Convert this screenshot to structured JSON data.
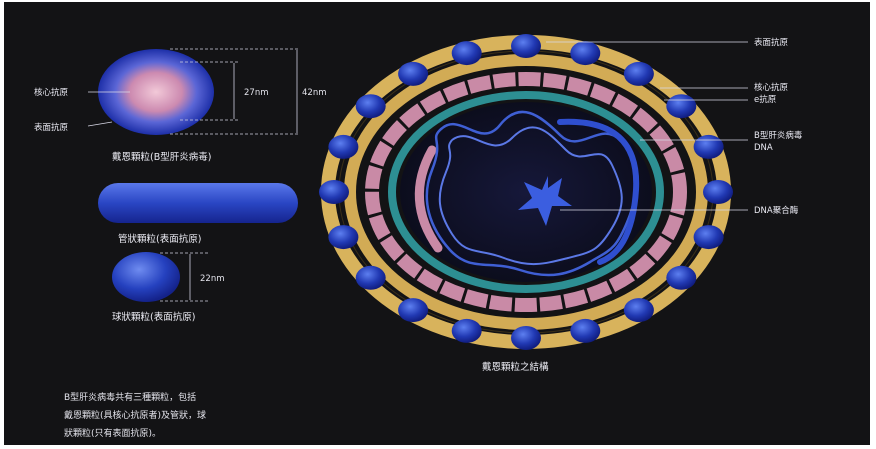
{
  "colors": {
    "background": "#131315",
    "envelope_gold": "#d8b35c",
    "surface_antigen_blue": "#2440b8",
    "core_pink": "#c98aa6",
    "core_teal": "#2d8f93",
    "dna_blue": "#3f5fd4",
    "label_text": "#e9e9f2"
  },
  "dane_particle_small": {
    "core_antigen_label": "核心抗原",
    "surface_antigen_label": "表面抗原",
    "inner_diameter": "27nm",
    "outer_diameter": "42nm",
    "caption": "戴恩顆粒(B型肝炎病毒)"
  },
  "tubular_particle": {
    "caption": "管狀顆粒(表面抗原)"
  },
  "spherical_particle": {
    "diameter": "22nm",
    "caption": "球狀顆粒(表面抗原)"
  },
  "dane_structure": {
    "caption": "戴恩顆粒之結構",
    "labels": {
      "surface_antigen": "表面抗原",
      "core_antigen": "核心抗原",
      "e_antigen": "e抗原",
      "dna": "B型肝炎病毒",
      "dna_line2": "DNA",
      "polymerase": "DNA聚合酶"
    }
  },
  "footnote": {
    "lines": [
      "B型肝炎病毒共有三種顆粒，包括",
      "戴恩顆粒(具核心抗原者)及管狀，球",
      "狀顆粒(只有表面抗原)。"
    ]
  }
}
